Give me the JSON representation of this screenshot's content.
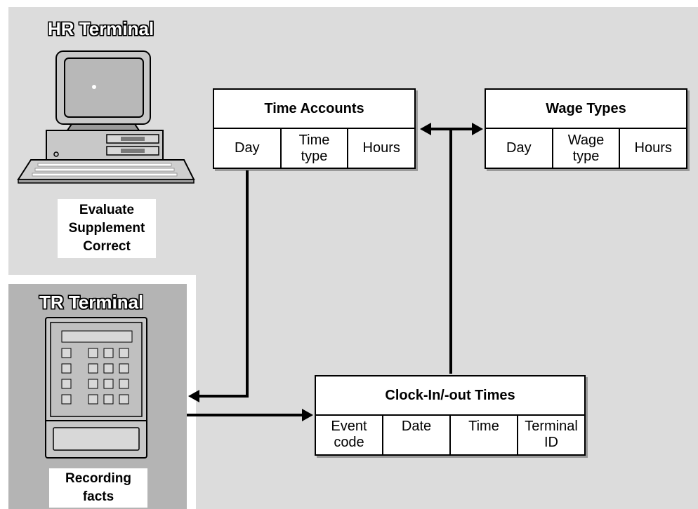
{
  "hr_terminal": {
    "title": "HR Terminal",
    "tasks": [
      "Evaluate",
      "Supplement",
      "Correct"
    ]
  },
  "tr_terminal": {
    "title": "TR Terminal",
    "tasks": [
      "Recording",
      "facts"
    ]
  },
  "time_accounts": {
    "title": "Time Accounts",
    "columns": [
      "Day",
      "Time\ntype",
      "Hours"
    ]
  },
  "wage_types": {
    "title": "Wage Types",
    "columns": [
      "Day",
      "Wage\ntype",
      "Hours"
    ]
  },
  "clock_times": {
    "title": "Clock-In/-out Times",
    "columns": [
      "Event\ncode",
      "Date",
      "Time",
      "Terminal\nID"
    ]
  }
}
